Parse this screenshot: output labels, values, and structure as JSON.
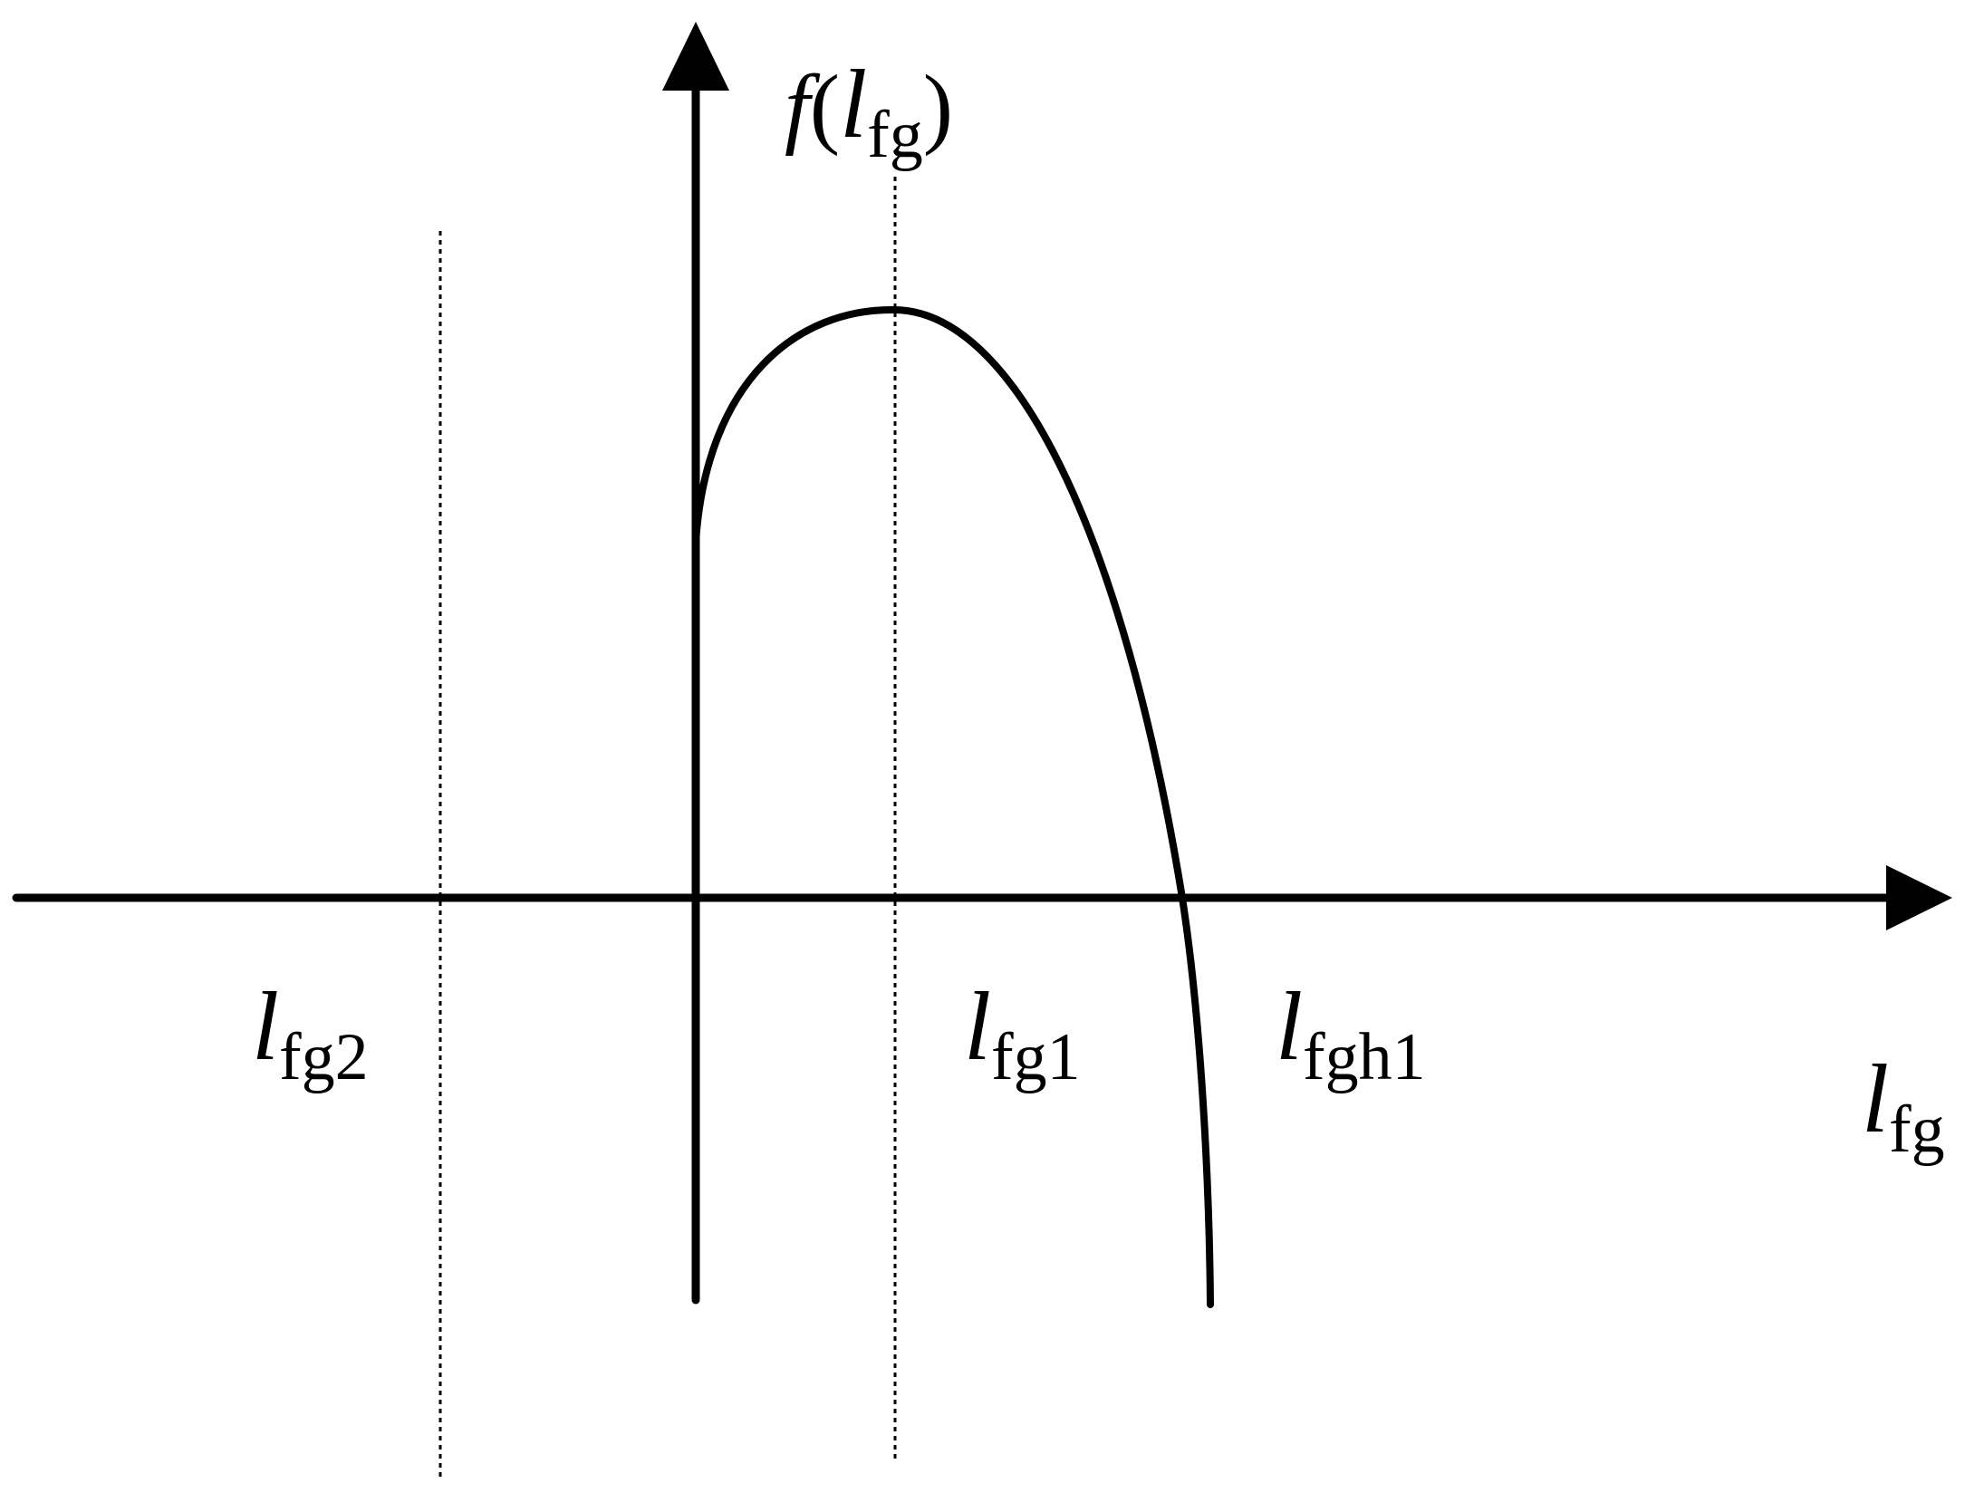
{
  "diagram": {
    "y_axis_label": {
      "func": "f",
      "open": "(",
      "var": "l",
      "sub": "fg",
      "close": ")"
    },
    "x_axis_label": {
      "var": "l",
      "sub": "fg"
    },
    "markers": [
      {
        "id": "lfg2",
        "var": "l",
        "sub": "fg2"
      },
      {
        "id": "lfg1",
        "var": "l",
        "sub": "fg1"
      },
      {
        "id": "lfgh1",
        "var": "l",
        "sub": "fgh1"
      }
    ],
    "colors": {
      "stroke": "#000000",
      "background": "#ffffff"
    }
  }
}
